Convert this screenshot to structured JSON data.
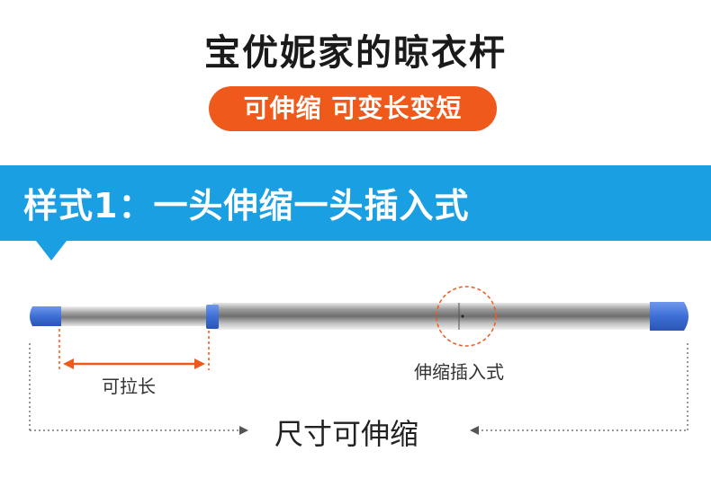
{
  "header": {
    "title": "宝优妮家的晾衣杆",
    "subtitle": "可伸缩 可变长变短"
  },
  "banner": {
    "text": "样式1：一头伸缩一头插入式"
  },
  "annotations": {
    "extendable": "可拉长",
    "telescopic_insert": "伸缩插入式",
    "size_adjustable": "尺寸可伸缩"
  },
  "colors": {
    "accent_orange": "#ef5a1c",
    "banner_blue": "#1a9fe3",
    "cap_blue": "#3d6fd6"
  }
}
